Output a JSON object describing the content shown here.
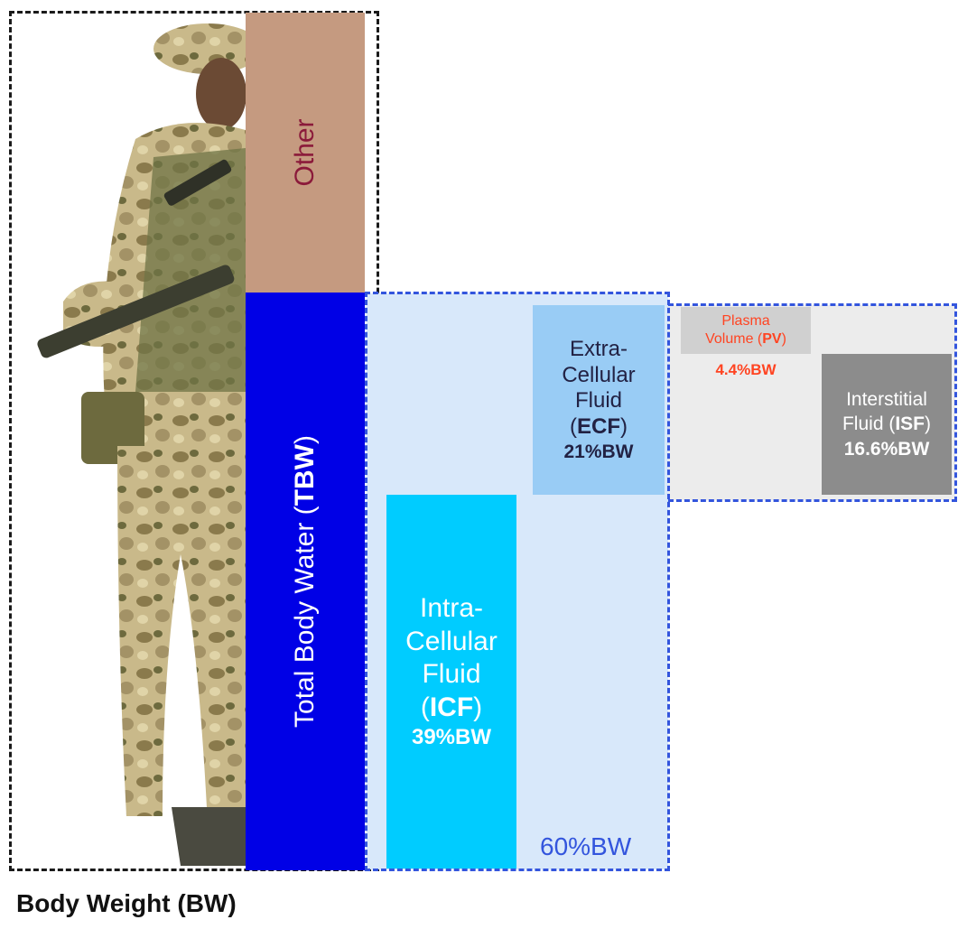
{
  "bw_label": "Body Weight (BW)",
  "other_label": "Other",
  "tbw": {
    "prefix": "Total Body Water (",
    "abbr": "TBW",
    "suffix": ")"
  },
  "icf": {
    "l1": "Intra-",
    "l2": "Cellular",
    "l3": "Fluid",
    "abbr_open": "(",
    "abbr": "ICF",
    "abbr_close": ")",
    "pct": "39%BW"
  },
  "ecf": {
    "l1": "Extra-",
    "l2": "Cellular",
    "l3": "Fluid",
    "abbr_open": "(",
    "abbr": "ECF",
    "abbr_close": ")",
    "pct": "21%BW"
  },
  "pv": {
    "l1": "Plasma",
    "l2a": "Volume (",
    "abbr": "PV",
    "l2b": ")",
    "pct": "4.4%BW"
  },
  "isf": {
    "l1": "Interstitial",
    "l2a": "Fluid (",
    "abbr": "ISF",
    "l2b": ")",
    "pct": "16.6%BW"
  },
  "tbw_pct": "60%BW",
  "colors": {
    "other": "#c59a80",
    "other_text": "#8b1a3a",
    "tbw": "#0000e6",
    "icf": "#00ccff",
    "ecf": "#99ccf5",
    "ecf_text": "#222244",
    "tbw_region": "#d8e8fa",
    "ecf_region": "#ececec",
    "pv_box": "#d0d0d0",
    "pv_text": "#ff4422",
    "isf": "#8c8c8c",
    "pct_blue": "#3355dd"
  },
  "icons": {
    "soldier": "soldier-photo"
  }
}
